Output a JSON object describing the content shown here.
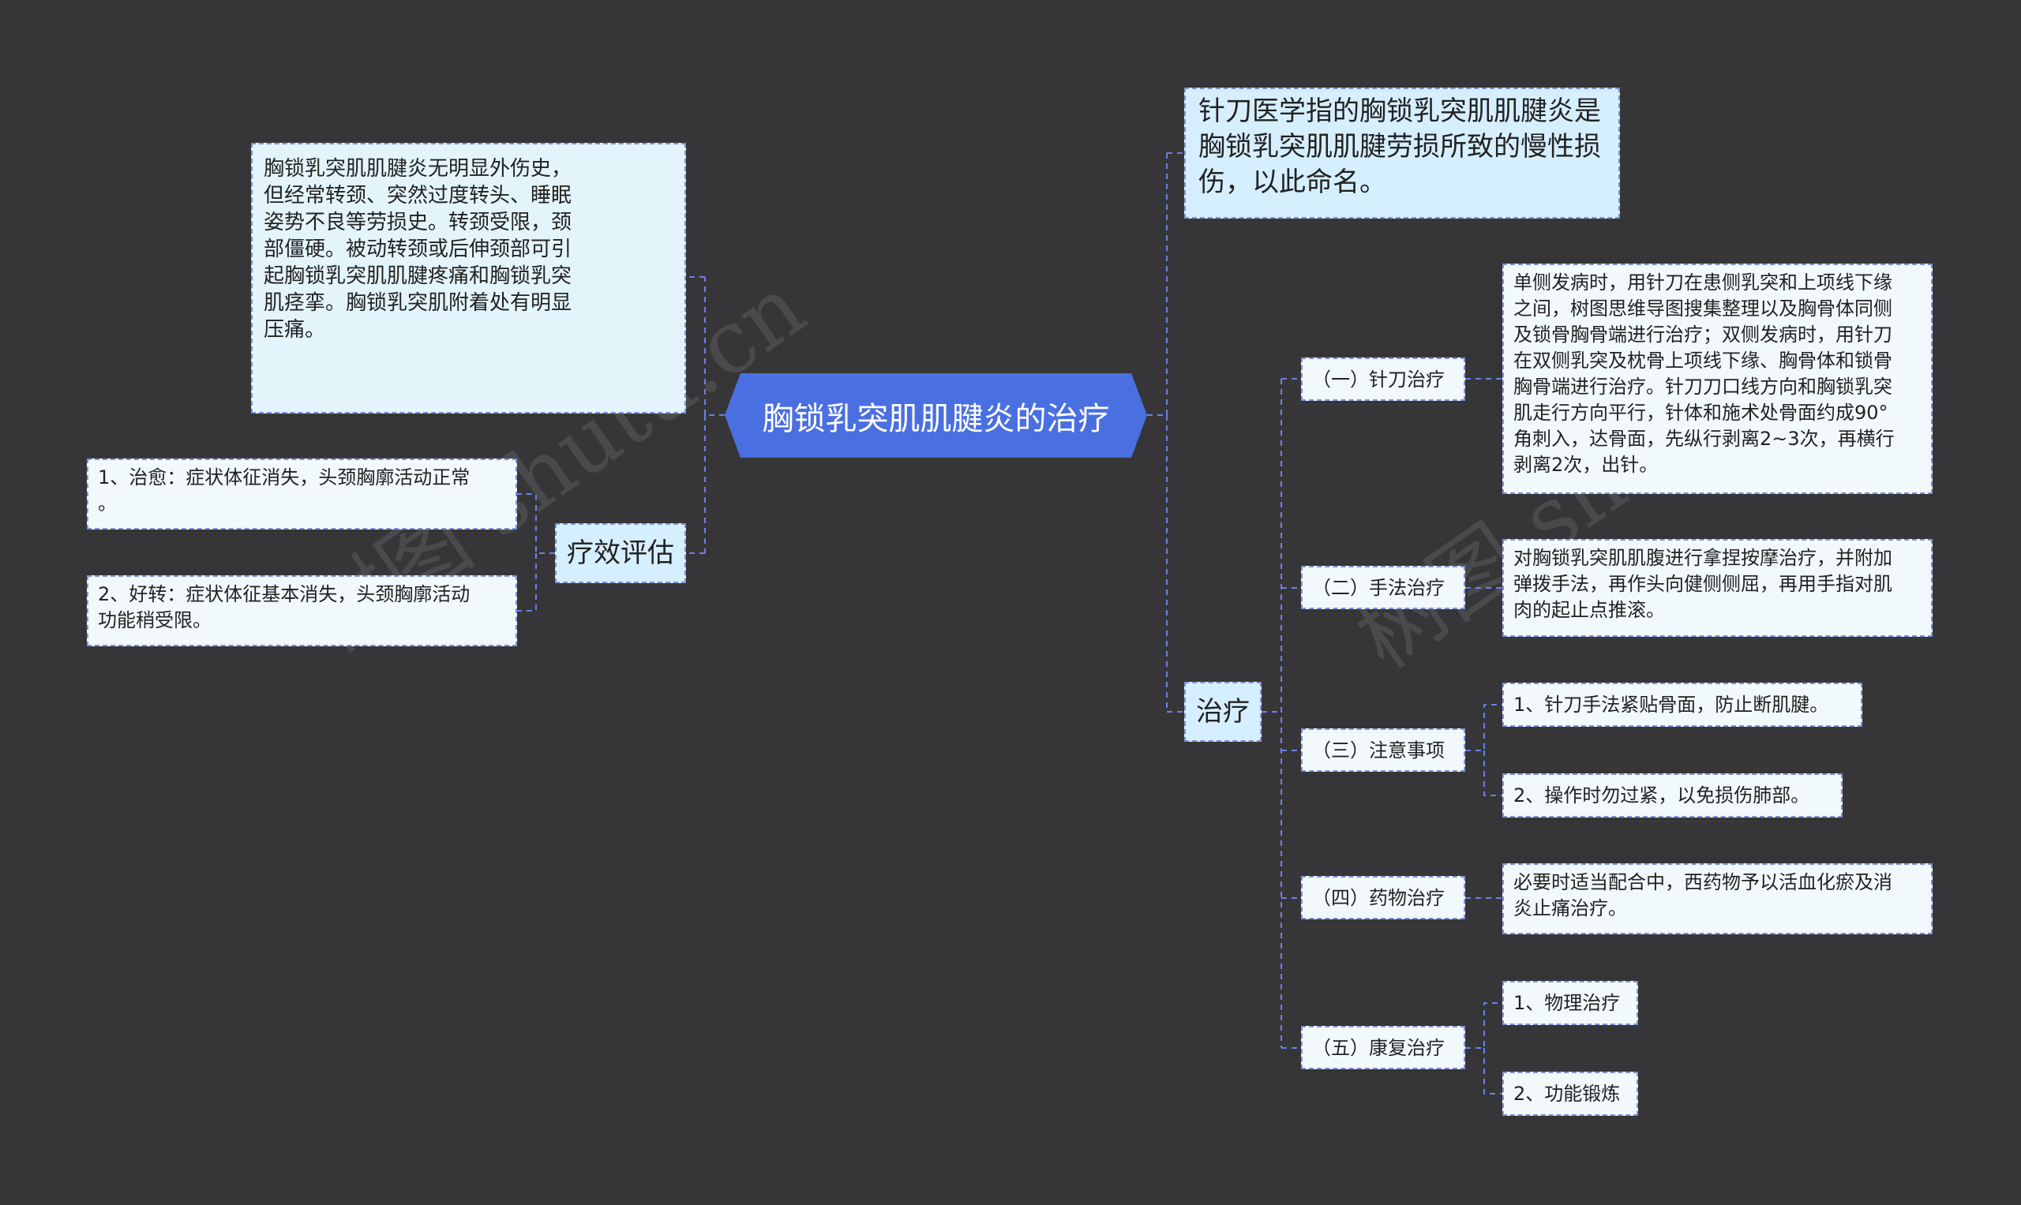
{
  "root": {
    "label": "胸锁乳突肌肌腱炎的治疗"
  },
  "left": {
    "description": "胸锁乳突肌肌腱炎无明显外伤史，\n但经常转颈、突然过度转头、睡眠\n姿势不良等劳损史。转颈受限，颈\n部僵硬。被动转颈或后伸颈部可引\n起胸锁乳突肌肌腱疼痛和胸锁乳突\n肌痉挛。胸锁乳突肌附着处有明显\n压痛。",
    "evaluation": {
      "label": "疗效评估",
      "items": [
        "1、治愈：症状体征消失，头颈胸廓活动正常\n。",
        "2、好转：症状体征基本消失，头颈胸廓活动\n功能稍受限。"
      ]
    }
  },
  "right": {
    "definition": "针刀医学指的胸锁乳突肌肌腱炎是\n胸锁乳突肌肌腱劳损所致的慢性损\n伤，以此命名。",
    "treatment": {
      "label": "治疗",
      "sections": [
        {
          "label": "（一）针刀治疗",
          "items": [
            "单侧发病时，用针刀在患侧乳突和上项线下缘\n之间，树图思维导图搜集整理以及胸骨体同侧\n及锁骨胸骨端进行治疗；双侧发病时，用针刀\n在双侧乳突及枕骨上项线下缘、胸骨体和锁骨\n胸骨端进行治疗。针刀刀口线方向和胸锁乳突\n肌走行方向平行，针体和施术处骨面约成90°\n角刺入，达骨面，先纵行剥离2~3次，再横行\n剥离2次，出针。"
          ]
        },
        {
          "label": "（二）手法治疗",
          "items": [
            "对胸锁乳突肌肌腹进行拿捏按摩治疗，并附加\n弹拨手法，再作头向健侧侧屈，再用手指对肌\n肉的起止点推滚。"
          ]
        },
        {
          "label": "（三）注意事项",
          "items": [
            "1、针刀手法紧贴骨面，防止断肌腱。",
            "2、操作时勿过紧，以免损伤肺部。"
          ]
        },
        {
          "label": "（四）药物治疗",
          "items": [
            "必要时适当配合中，西药物予以活血化瘀及消\n炎止痛治疗。"
          ]
        },
        {
          "label": "（五）康复治疗",
          "items": [
            "1、物理治疗",
            "2、功能锻炼"
          ]
        }
      ]
    }
  },
  "watermarks": [
    "树图 shutu.cn",
    "树图 shutu.cn"
  ],
  "colors": {
    "background": "#363638",
    "root_fill": "#4a6fe0",
    "connector": "#6a82e8",
    "node_border": "#7f8fd6",
    "level1_fill": "#d6efff",
    "leaf_fill": "#f1f9fd"
  }
}
